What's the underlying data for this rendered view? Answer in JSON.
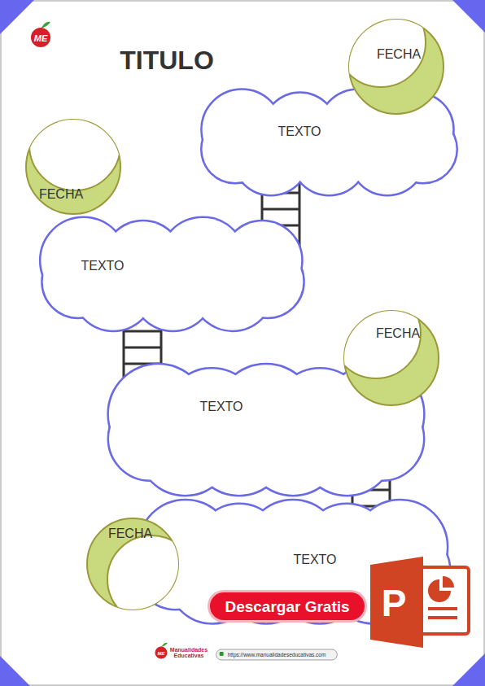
{
  "diagram": {
    "title": "TITULO",
    "nodes": [
      {
        "text": [
          "FECHA"
        ]
      },
      {
        "text": [
          "TEXTO"
        ]
      },
      {
        "text": [
          "FECHA"
        ]
      },
      {
        "text": [
          "TEXTO"
        ]
      },
      {
        "text": [
          "FECHA"
        ]
      },
      {
        "text": [
          "TEXTO"
        ]
      },
      {
        "text": [
          "FECHA"
        ]
      },
      {
        "text": [
          "TEXTO"
        ]
      }
    ],
    "edges": [
      {
        "from": 1,
        "to": 3,
        "arrow": "none"
      },
      {
        "from": 3,
        "to": 5,
        "arrow": "none"
      },
      {
        "from": 5,
        "to": 7,
        "arrow": "none"
      }
    ],
    "labels": [
      "ME",
      "Descargar Gratis",
      "P",
      "ME",
      "Manualidades Educativas",
      "https://www.manualidadeseducativas.com"
    ]
  }
}
